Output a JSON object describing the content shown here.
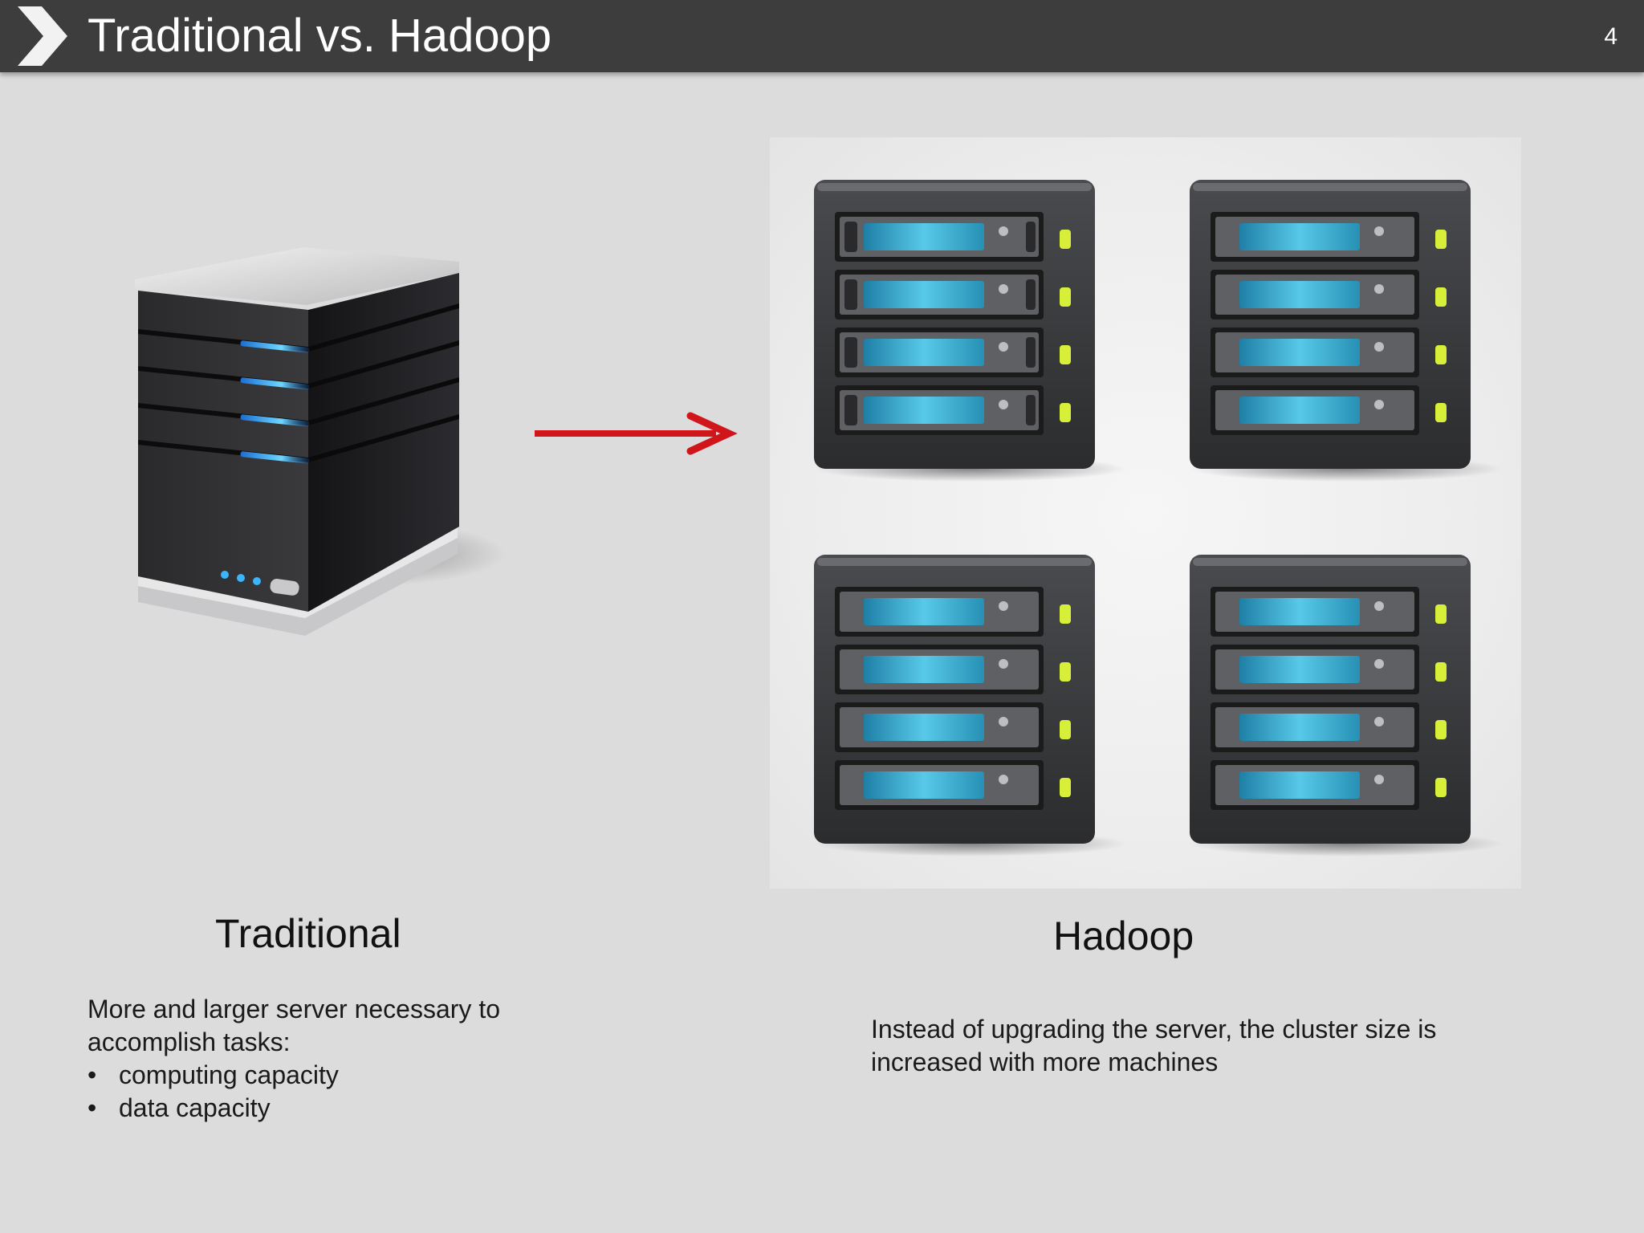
{
  "header": {
    "title": "Traditional vs. Hadoop",
    "page_number": "4"
  },
  "icons": {
    "chevron": "chevron-right-icon",
    "traditional_server": "server-tower-icon",
    "arrow": "arrow-right-icon",
    "hadoop_rack": "server-rack-icon"
  },
  "left": {
    "caption": "Traditional",
    "intro": "More and larger server necessary to accomplish tasks:",
    "bullets": [
      "computing capacity",
      "data capacity"
    ],
    "bullet_symbol": "•"
  },
  "right": {
    "caption": "Hadoop",
    "description": "Instead of upgrading the server, the cluster size is increased with more machines"
  },
  "colors": {
    "header_bg": "#3d3d3e",
    "slide_bg": "#dcdcdd",
    "arrow": "#d0161b",
    "rack_led": "#d8ef3a",
    "screen": "#3fb3d6"
  }
}
